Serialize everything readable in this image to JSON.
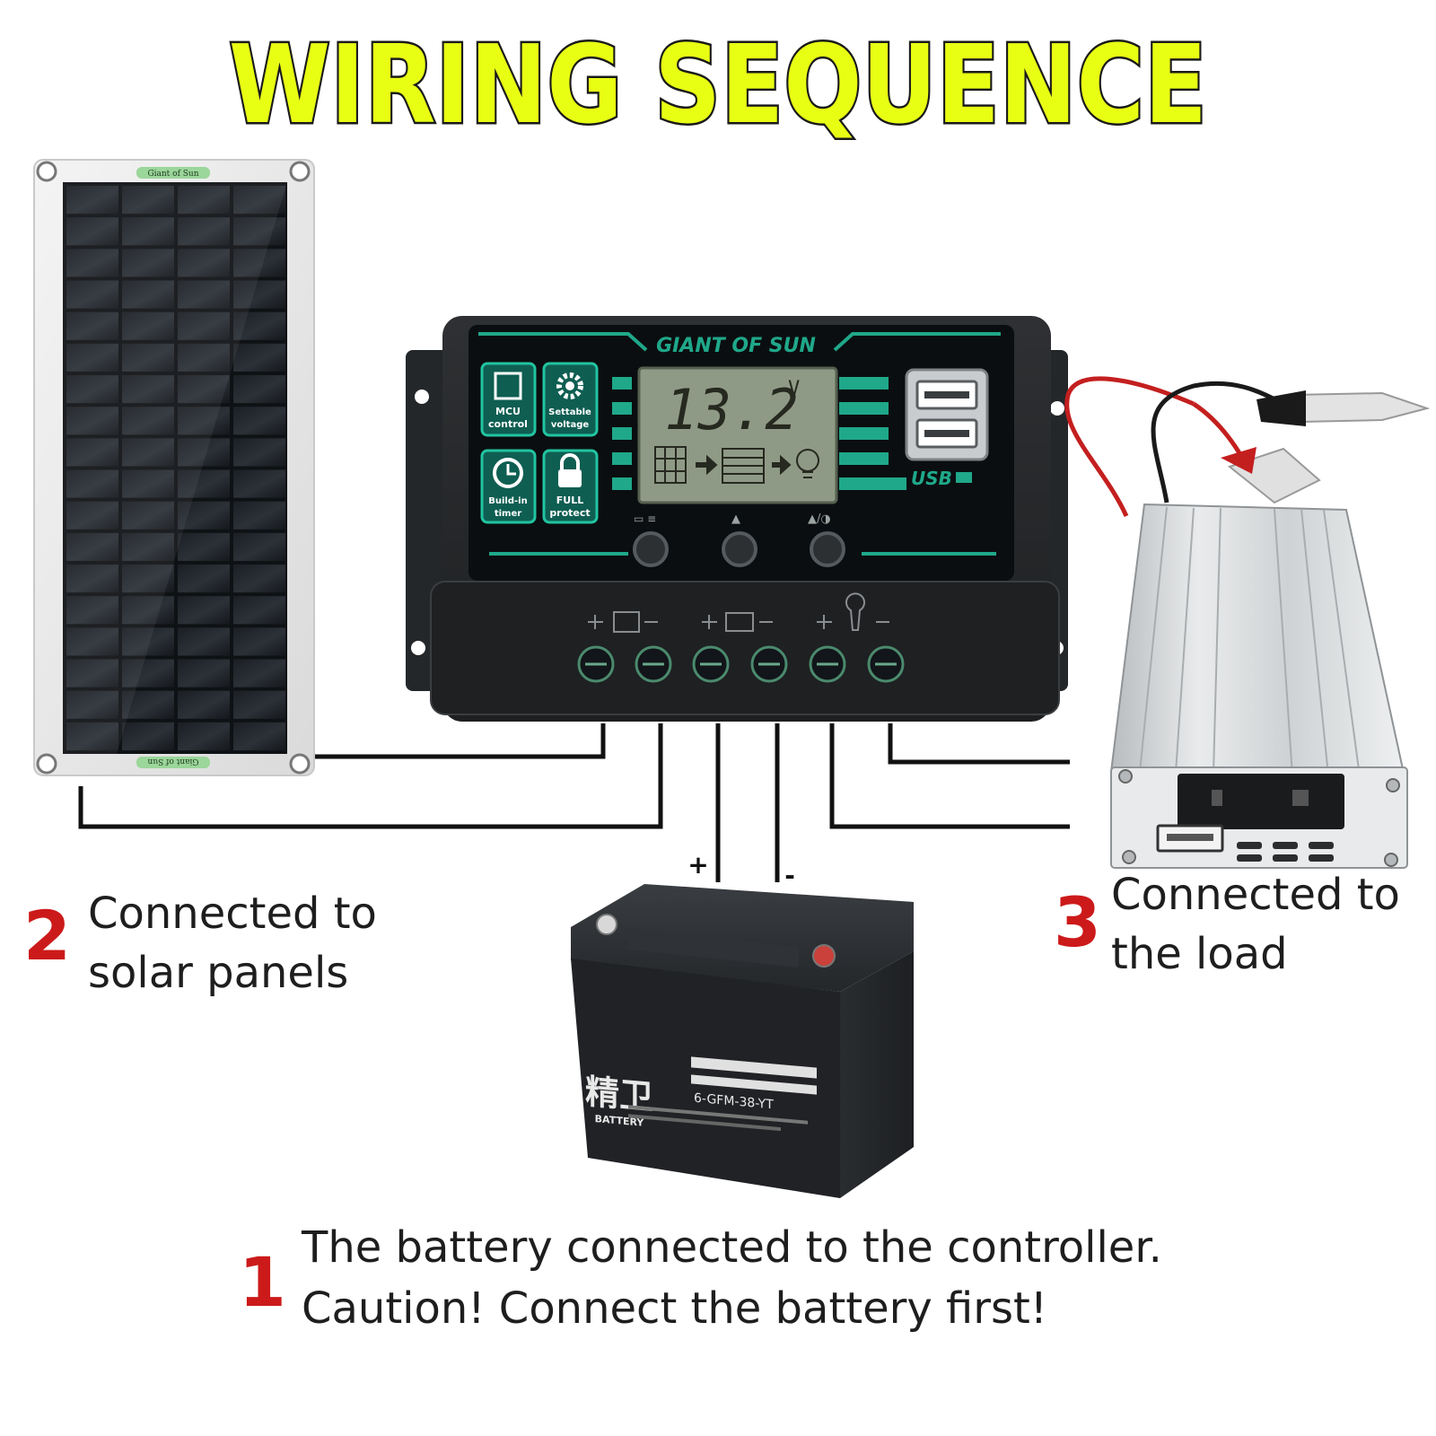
{
  "title": "WIRING SEQUENCE",
  "colors": {
    "title_fill": "#e8ff14",
    "title_outline": "#1a1a1a",
    "step_number": "#cc1a1a",
    "wire": "#111111",
    "controller_accent": "#1fa88a",
    "lcd_background": "#8f9a86"
  },
  "controller": {
    "brand": "GIANT OF SUN",
    "voltage_reading": "13.2",
    "voltage_unit": "V",
    "feature_tiles": [
      {
        "line1": "MCU",
        "line2": "control"
      },
      {
        "line1": "Settable",
        "line2": "voltage"
      },
      {
        "line1": "Build-in",
        "line2": "timer"
      },
      {
        "line1": "FULL",
        "line2": "protect"
      }
    ],
    "usb_label": "USB"
  },
  "solar_panel": {
    "label_top": "Giant of Sun",
    "label_bottom": "Giant of Sun"
  },
  "battery": {
    "logo": "精卫",
    "logo_sub": "BATTERY",
    "model": "6-GFM-38-YT",
    "plus_terminal": "+",
    "minus_terminal": "-"
  },
  "steps": [
    {
      "number": "1",
      "lines": [
        "The battery connected to the controller.",
        "Caution! Connect the battery first!"
      ]
    },
    {
      "number": "2",
      "lines": [
        "Connected to",
        "solar panels"
      ]
    },
    {
      "number": "3",
      "lines": [
        "Connected to",
        "the load"
      ]
    }
  ]
}
